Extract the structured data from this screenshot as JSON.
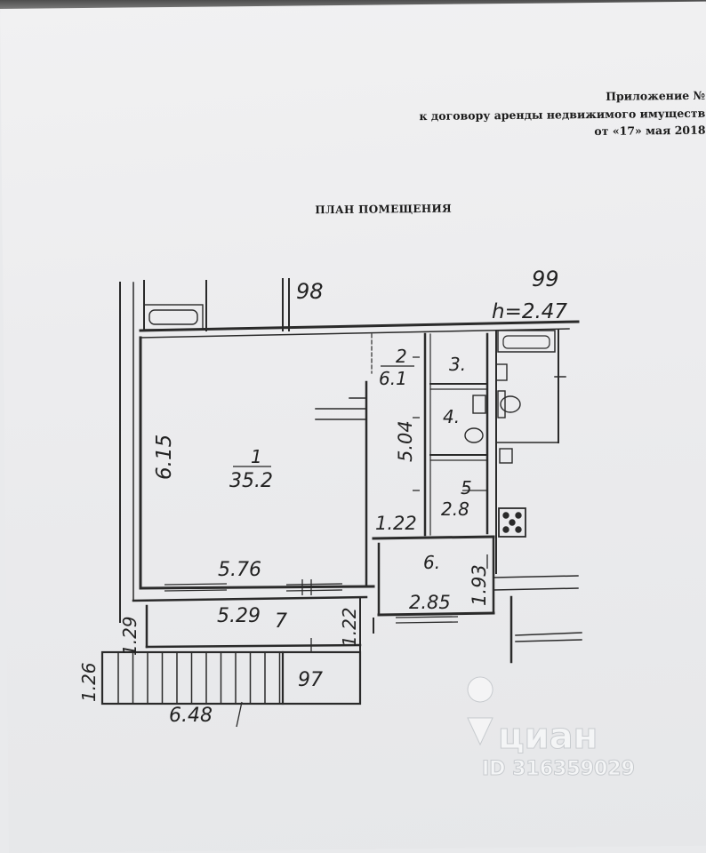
{
  "header": {
    "appendix": "Приложение №",
    "contract": "к договору аренды недвижимого имуществ",
    "date": "от «17» мая 2018"
  },
  "plan_title": "ПЛАН ПОМЕЩЕНИЯ",
  "plan": {
    "neighbors": {
      "upper_left": "98",
      "upper_right": "99",
      "lower": "97"
    },
    "height_label": "h=2.47",
    "rooms": [
      {
        "number": "1",
        "area": "35.2"
      },
      {
        "number": "2",
        "area": "6.1"
      },
      {
        "number": "3."
      },
      {
        "number": "4."
      },
      {
        "number": "5",
        "area": "2.8"
      },
      {
        "number": "6."
      },
      {
        "number": "7"
      }
    ],
    "dimensions": {
      "room1_depth": "6.15",
      "room1_width": "5.76",
      "room2_length": "5.04",
      "room2_width": "1.22",
      "room6_depth": "1.93",
      "room6_width": "2.85",
      "balcony_length": "5.29",
      "balcony_depth_left": "1.29",
      "balcony_depth_right": "1.22",
      "stairs_depth": "1.26",
      "stairs_length": "6.48"
    }
  },
  "watermark": {
    "brand": "циан",
    "listing_id": "ID 316359029"
  }
}
